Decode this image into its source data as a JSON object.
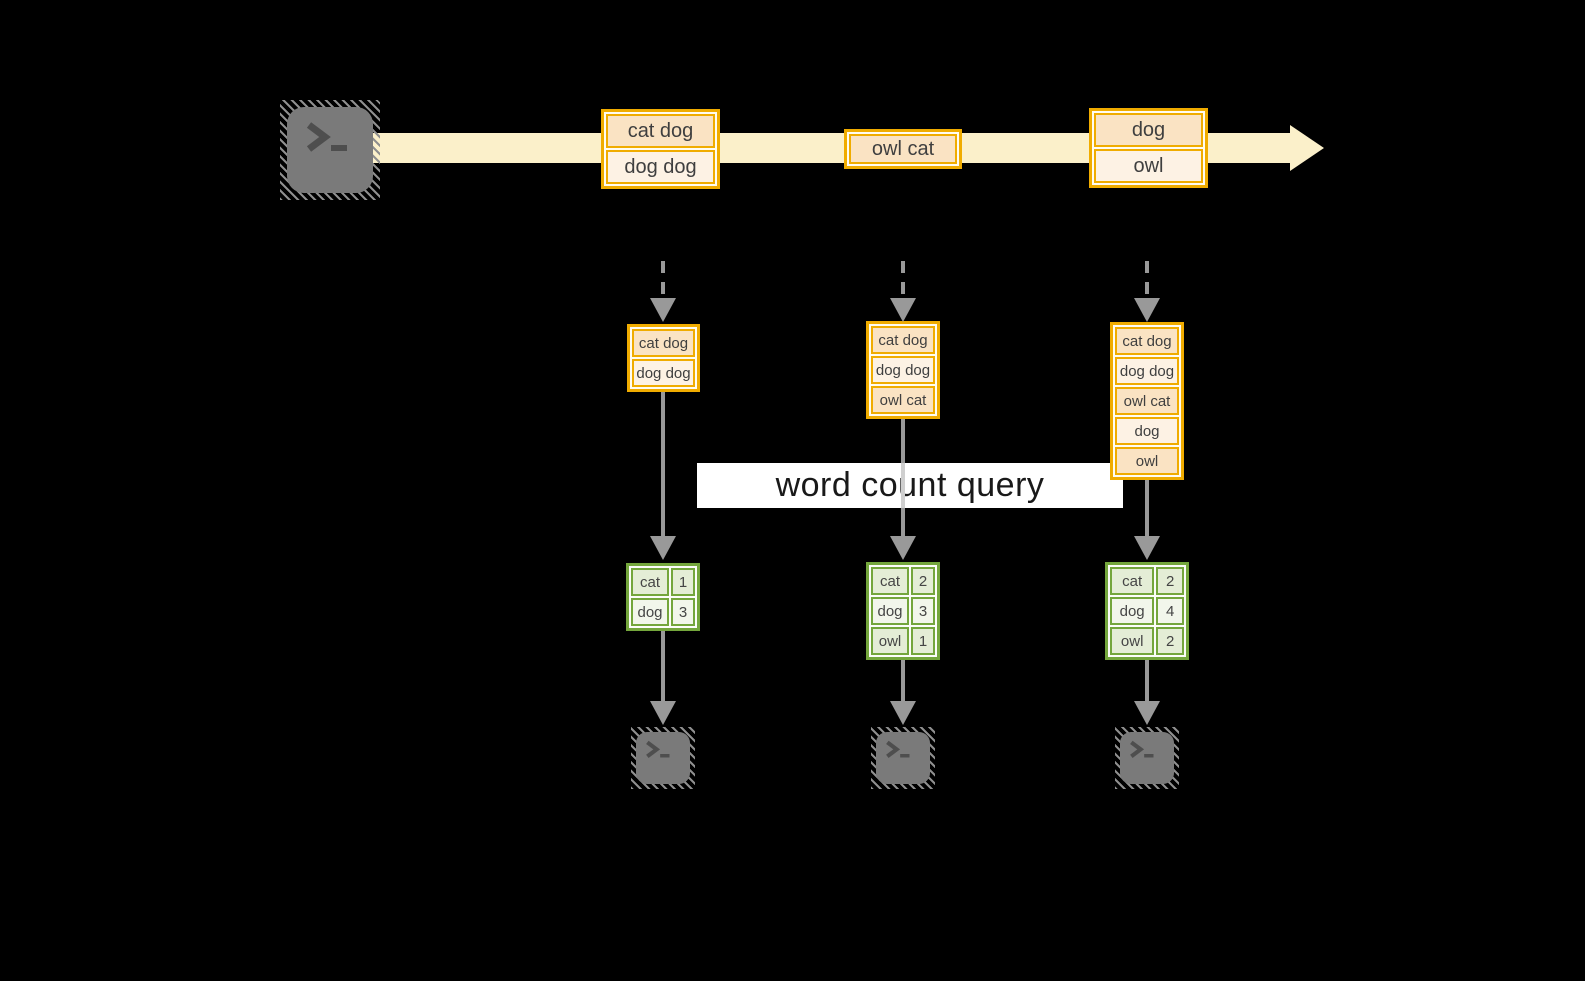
{
  "query_label": "word count query",
  "stream": {
    "batches": [
      {
        "rows": [
          "cat dog",
          "dog dog"
        ]
      },
      {
        "rows": [
          "owl cat"
        ]
      },
      {
        "rows": [
          "dog",
          "owl"
        ]
      }
    ]
  },
  "columns": [
    {
      "input_rows": [
        "cat dog",
        "dog dog"
      ],
      "counts": [
        {
          "word": "cat",
          "count": "1"
        },
        {
          "word": "dog",
          "count": "3"
        }
      ]
    },
    {
      "input_rows": [
        "cat dog",
        "dog dog",
        "owl cat"
      ],
      "counts": [
        {
          "word": "cat",
          "count": "2"
        },
        {
          "word": "dog",
          "count": "3"
        },
        {
          "word": "owl",
          "count": "1"
        }
      ]
    },
    {
      "input_rows": [
        "cat dog",
        "dog dog",
        "owl cat",
        "dog",
        "owl"
      ],
      "counts": [
        {
          "word": "cat",
          "count": "2"
        },
        {
          "word": "dog",
          "count": "4"
        },
        {
          "word": "owl",
          "count": "2"
        }
      ]
    }
  ],
  "icons": {
    "source": "terminal-prompt-icon",
    "sinks": [
      "terminal-prompt-icon",
      "terminal-prompt-icon",
      "terminal-prompt-icon"
    ]
  },
  "colors": {
    "record_border": "#F0AC00",
    "record_fill_dark": "#FAE3C3",
    "record_fill_light": "#FDF2E4",
    "table_border": "#74A63C",
    "table_fill_dark": "#E4EDD6",
    "table_fill_light": "#F2F6EB",
    "stream_band": "#FBF0CA",
    "arrow_gray": "#999999",
    "terminal_gray": "#7A7A7A",
    "query_band_bg": "#FFFFFF"
  }
}
